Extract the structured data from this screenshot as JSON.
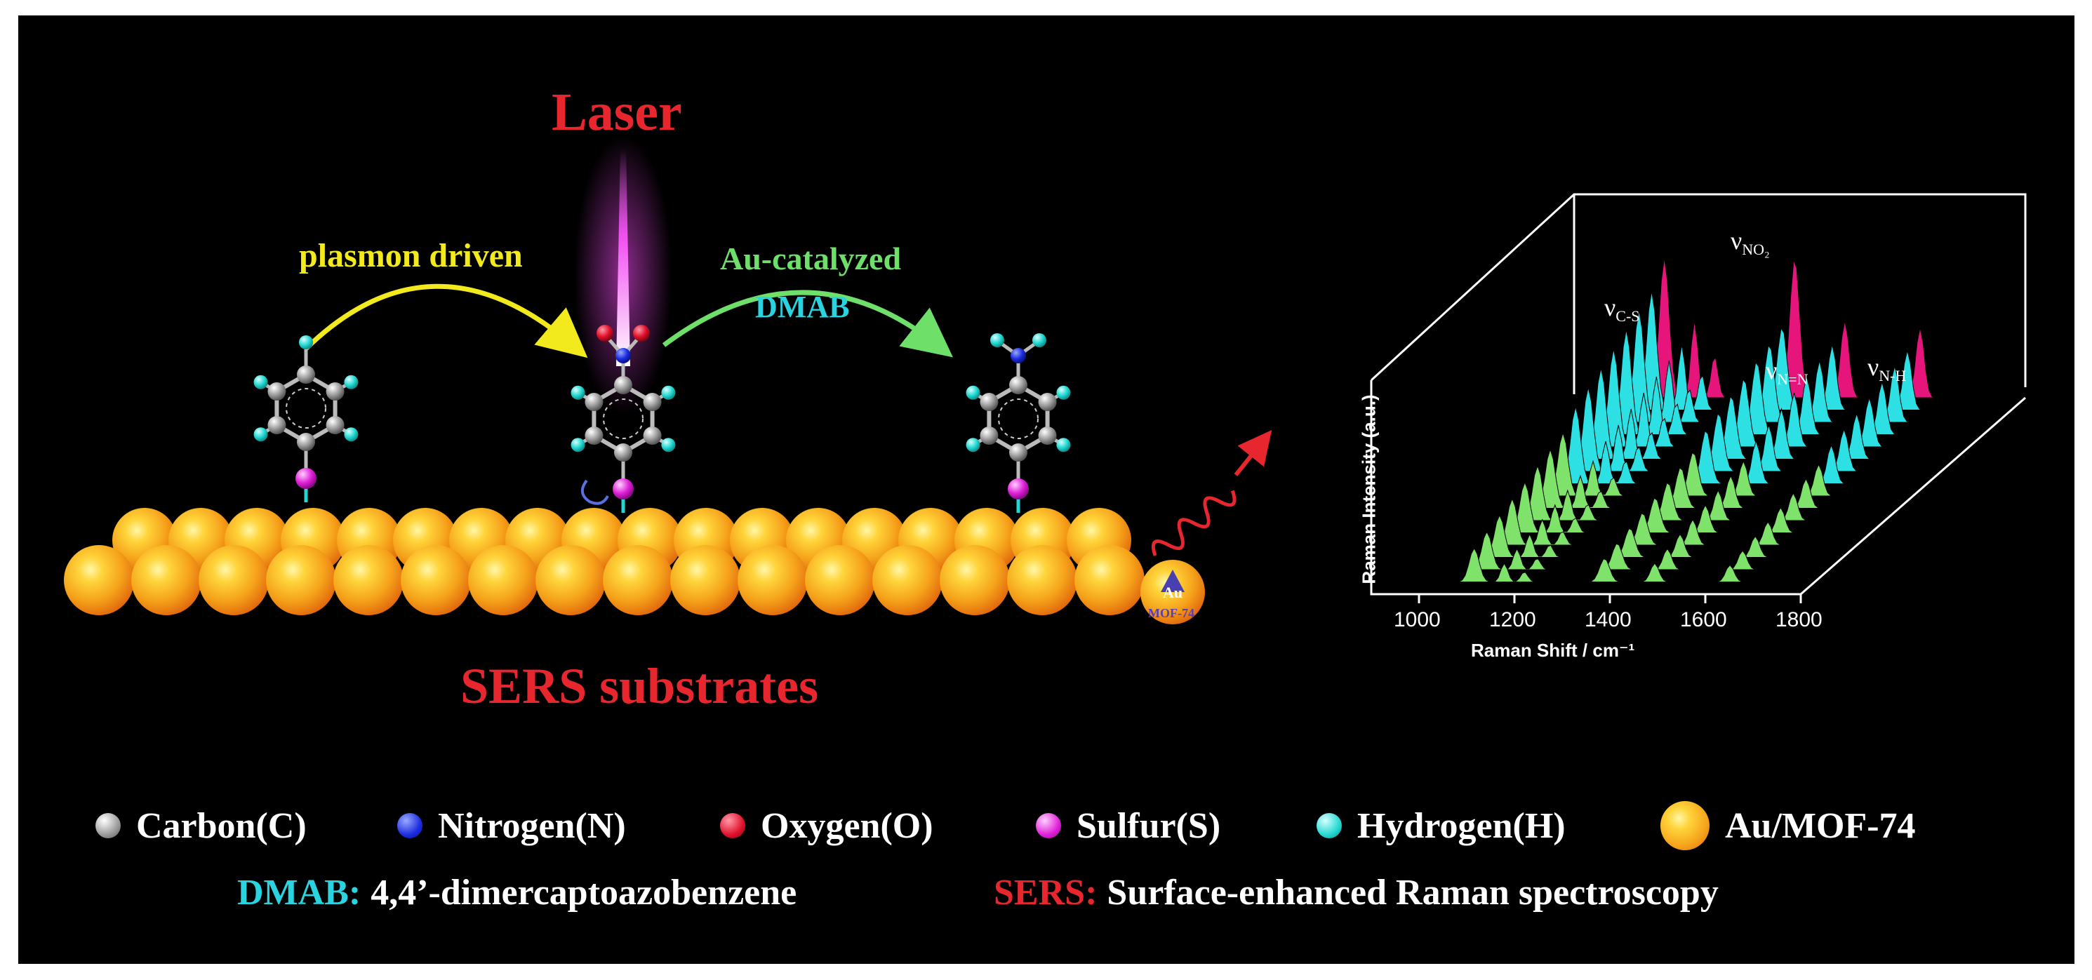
{
  "diagram": {
    "laser_label": "Laser",
    "arrow_left_label": "plasmon driven",
    "arrow_right_label_1": "Au-catalyzed",
    "arrow_right_label_2": "DMAB",
    "substrate_label": "SERS substrates",
    "particle_badge_top": "Au",
    "particle_badge_bottom": "MOF-74",
    "colors": {
      "laser": "#e8262d",
      "arrow_left": "#f2ea1c",
      "arrow_right": "#6ee06a",
      "dmab_text": "#2ad3e0",
      "sers_text": "#e8262d",
      "gold_particle": "#f5a11a",
      "carbon": "#9a9a9a",
      "nitrogen": "#1b2de0",
      "oxygen": "#e0102a",
      "sulfur": "#e020d8",
      "hydrogen": "#22d8d2"
    }
  },
  "chart": {
    "peaks": {
      "c_s": {
        "nu": "ν",
        "sub": "C-S"
      },
      "no2": {
        "nu": "ν",
        "sub": "NO₂"
      },
      "n_n": {
        "nu": "ν",
        "sub": "N=N"
      },
      "n_h": {
        "nu": "ν",
        "sub": "N-H"
      }
    },
    "ylabel": "Raman Intensity (a.u.)",
    "xlabel": "Raman Shift / cm⁻¹",
    "x_ticks": [
      "1000",
      "1200",
      "1400",
      "1600",
      "1800"
    ]
  },
  "chart_data": {
    "type": "area",
    "title": "",
    "xlabel": "Raman Shift / cm⁻¹",
    "ylabel": "Raman Intensity (a.u.)",
    "xlim": [
      900,
      1800
    ],
    "x_ticks": [
      1000,
      1200,
      1400,
      1600,
      1800
    ],
    "series_count": 16,
    "peak_annotations": [
      {
        "label": "νC-S",
        "x": 1080
      },
      {
        "label": "νNO2",
        "x": 1340
      },
      {
        "label": "νN=N",
        "x": 1440
      },
      {
        "label": "νN-H",
        "x": 1590
      }
    ],
    "series_groups": [
      {
        "color": "#e6157c",
        "count": 1
      },
      {
        "color": "#2ce0e4",
        "count": 7
      },
      {
        "color": "#7fe26a",
        "count": 8
      }
    ]
  },
  "legend": [
    {
      "label": "Carbon(C)",
      "color": "#9a9a9a"
    },
    {
      "label": "Nitrogen(N)",
      "color": "#1b2de0"
    },
    {
      "label": "Oxygen(O)",
      "color": "#e0102a"
    },
    {
      "label": "Sulfur(S)",
      "color": "#e020d8"
    },
    {
      "label": "Hydrogen(H)",
      "color": "#22d8d2"
    },
    {
      "label": "Au/MOF-74",
      "color": "#f5a11a"
    }
  ],
  "definitions": [
    {
      "key": "DMAB:",
      "value": "4,4’-dimercaptoazobenzene",
      "color": "#2ad3e0"
    },
    {
      "key": "SERS:",
      "value": "Surface-enhanced Raman spectroscopy",
      "color": "#e8262d"
    }
  ]
}
